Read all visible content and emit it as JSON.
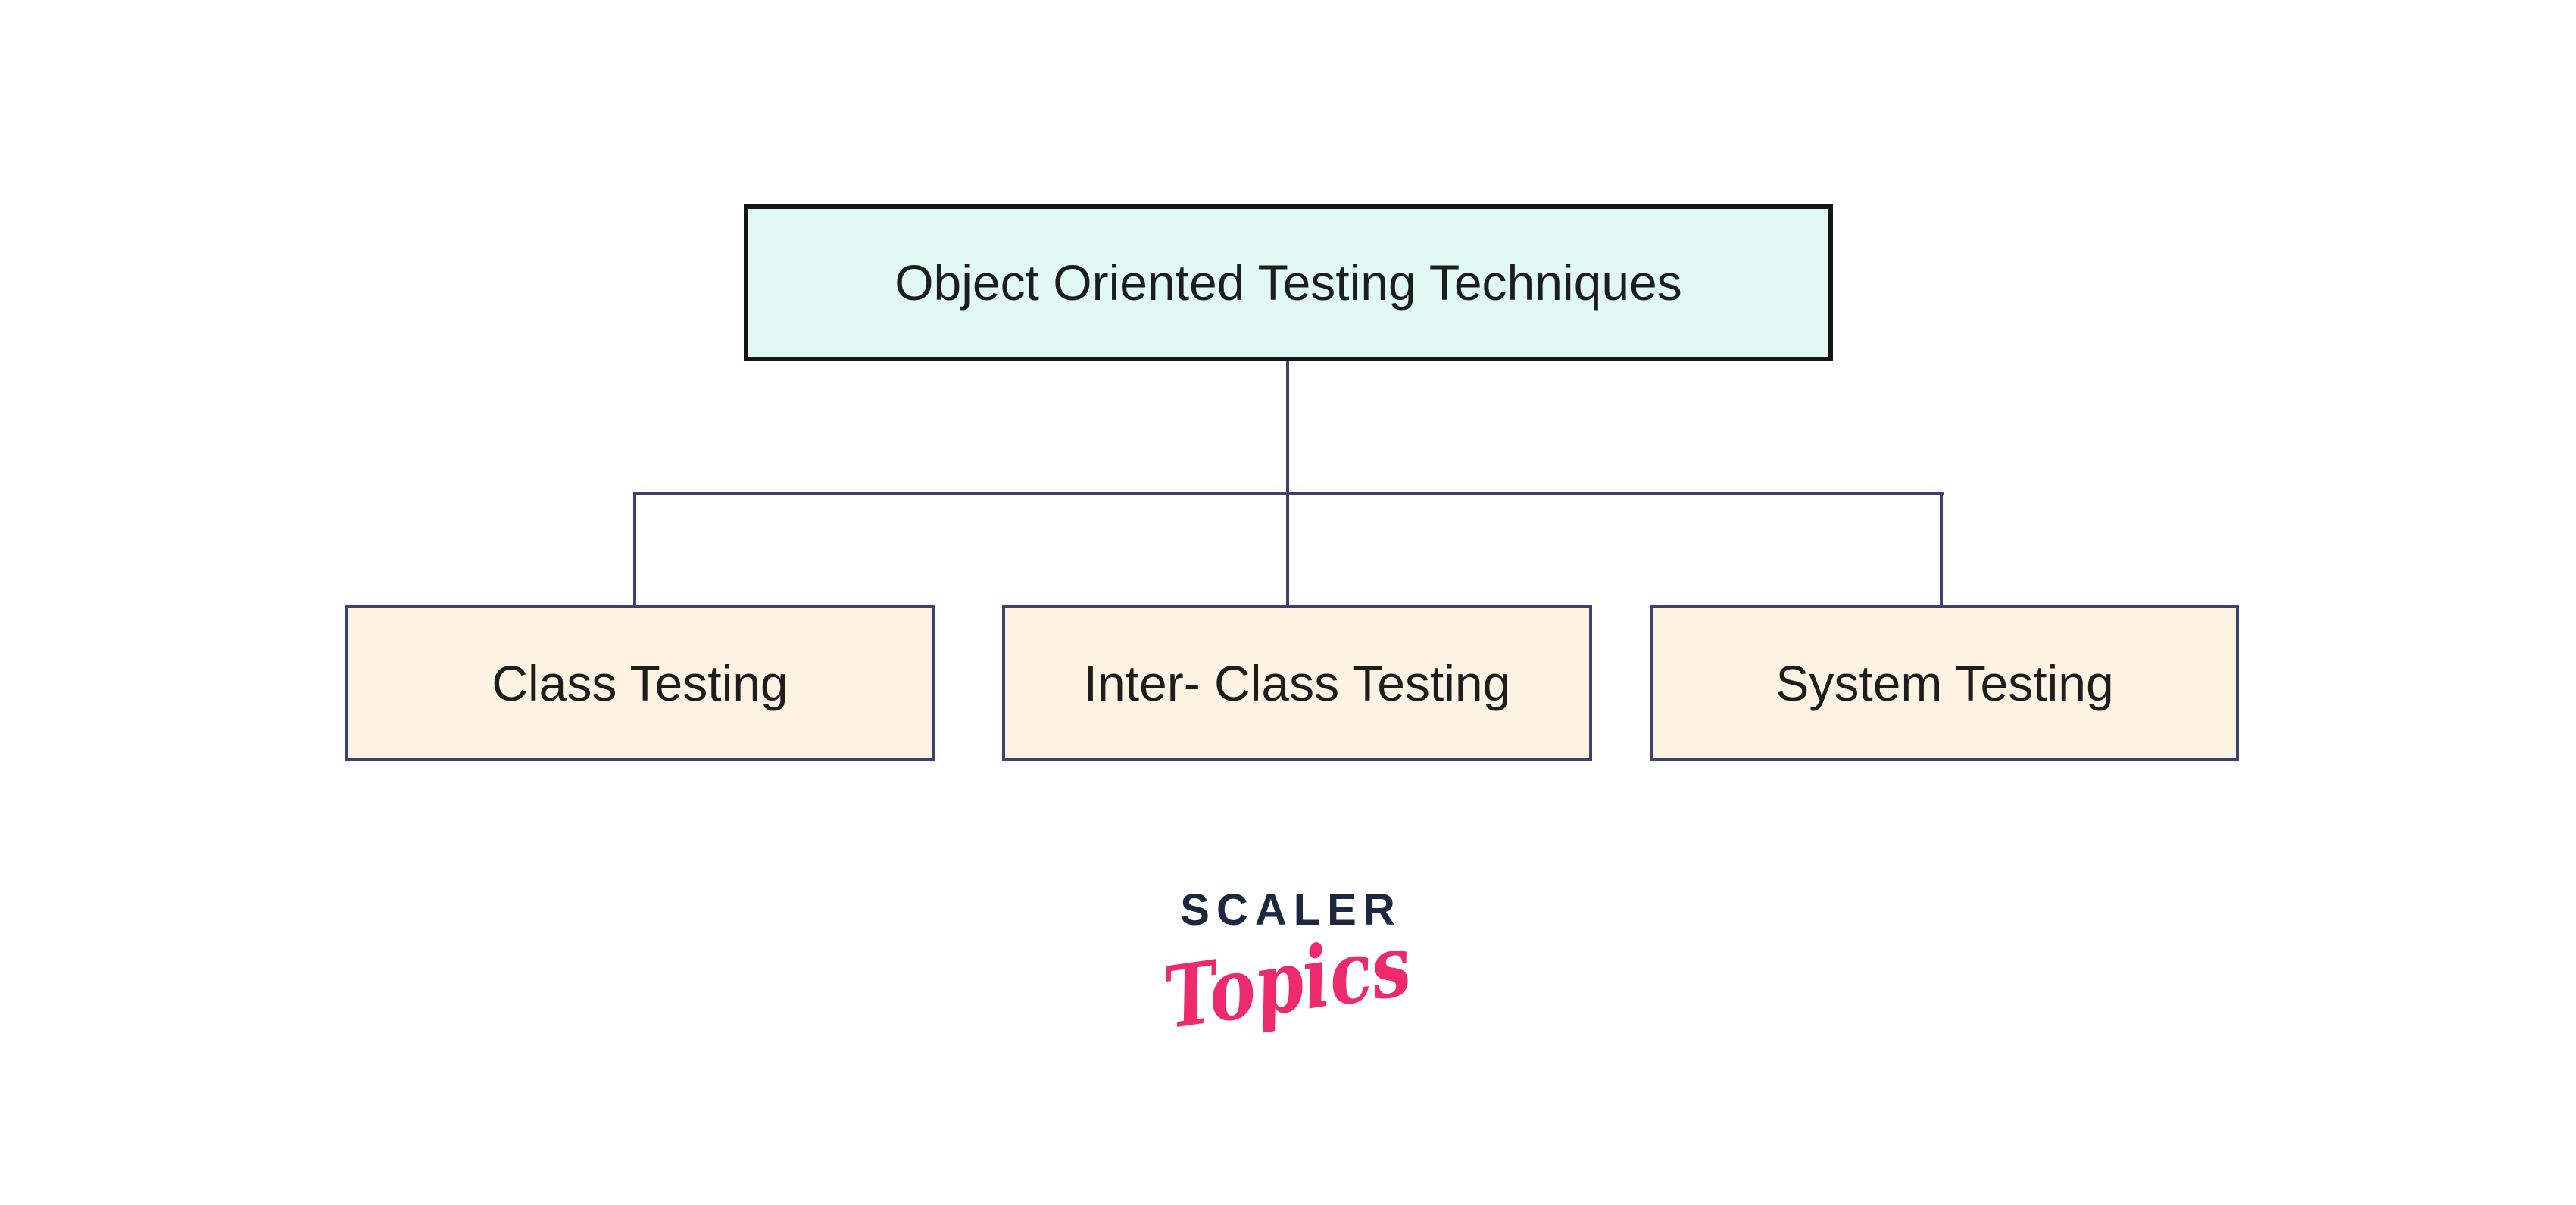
{
  "diagram": {
    "root": {
      "label": "Object Oriented Testing Techniques"
    },
    "children": [
      {
        "label": "Class Testing"
      },
      {
        "label": "Inter- Class Testing"
      },
      {
        "label": "System Testing"
      }
    ]
  },
  "logo": {
    "brand": "SCALER",
    "sub": "Topics"
  },
  "theme": {
    "canvas_bg": "#ffffff",
    "root_fill": "#e1f9f4",
    "root_border": "#161616",
    "child_fill": "#fdf3e3",
    "child_border": "#3d4170",
    "connector": "#3d4170",
    "box_text": "#1d1d1d",
    "brand_navy": "#1b2940",
    "brand_pink": "#ec2a6c"
  }
}
